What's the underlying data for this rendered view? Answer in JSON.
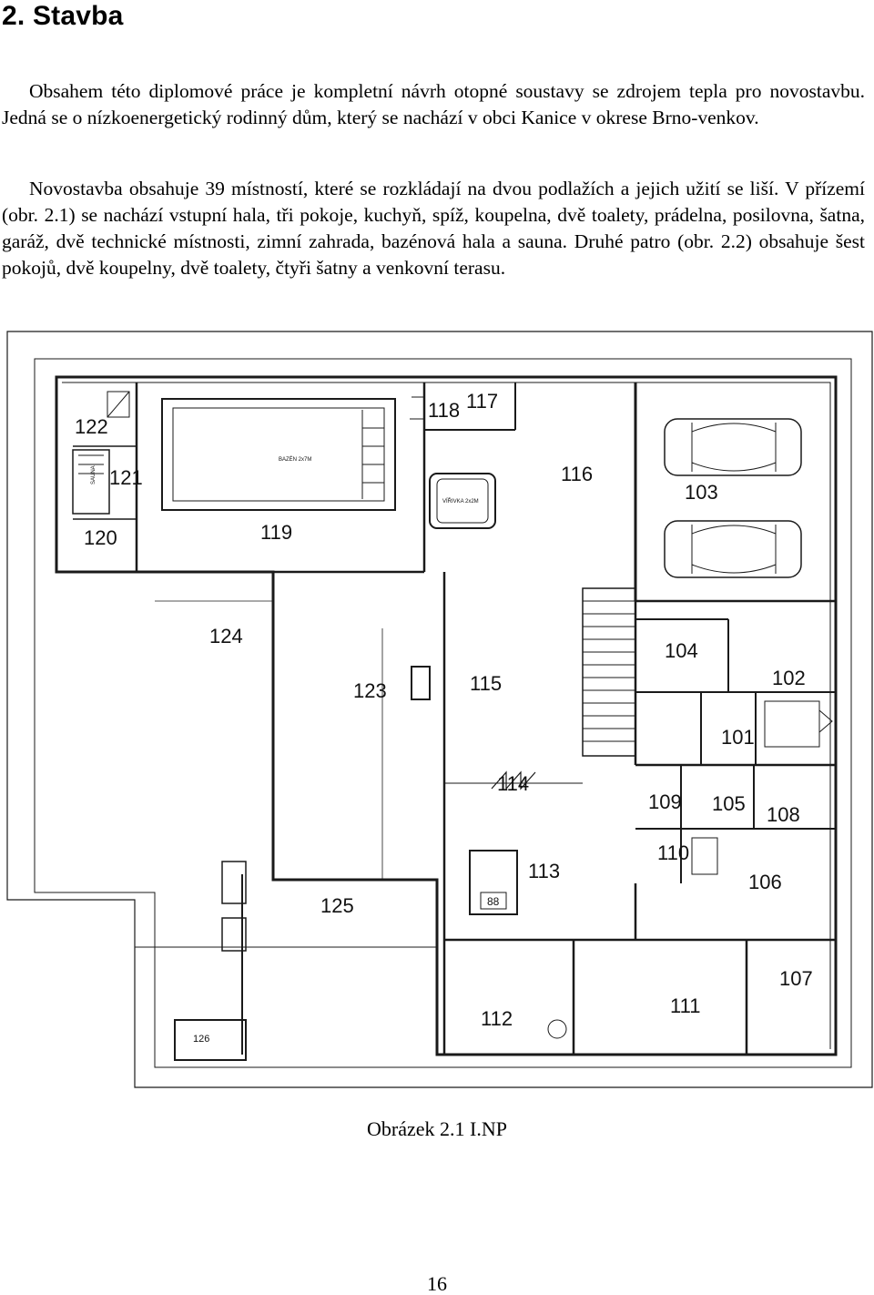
{
  "document": {
    "heading": "2. Stavba",
    "paragraphs": [
      "Obsahem této diplomové práce je kompletní návrh otopné soustavy se zdrojem tepla pro novostavbu. Jedná se o nízkoenergetický rodinný dům, který se nachází v obci Kanice v okrese Brno-venkov.",
      "Novostavba obsahuje 39 místností, které se rozkládají na dvou podlažích a jejich užití se liší. V přízemí (obr. 2.1) se nachází vstupní hala, tři pokoje, kuchyň, spíž, koupelna, dvě toalety, prádelna, posilovna, šatna, garáž, dvě technické místnosti, zimní zahrada, bazénová hala a sauna. Druhé patro (obr. 2.2) obsahuje šest pokojů, dvě koupelny, dvě toalety, čtyři šatny a venkovní terasu."
    ],
    "caption": "Obrázek 2.1 I.NP",
    "page_number": "16"
  },
  "floor_plan": {
    "rooms": [
      {
        "id": "r101",
        "label": "101"
      },
      {
        "id": "r102",
        "label": "102"
      },
      {
        "id": "r103",
        "label": "103"
      },
      {
        "id": "r104",
        "label": "104"
      },
      {
        "id": "r105",
        "label": "105"
      },
      {
        "id": "r106",
        "label": "106"
      },
      {
        "id": "r107",
        "label": "107"
      },
      {
        "id": "r108",
        "label": "108"
      },
      {
        "id": "r109",
        "label": "109"
      },
      {
        "id": "r110",
        "label": "110"
      },
      {
        "id": "r111",
        "label": "111"
      },
      {
        "id": "r112",
        "label": "112"
      },
      {
        "id": "r113",
        "label": "113"
      },
      {
        "id": "r114",
        "label": "114"
      },
      {
        "id": "r115",
        "label": "115"
      },
      {
        "id": "r116",
        "label": "116"
      },
      {
        "id": "r117",
        "label": "117"
      },
      {
        "id": "r118",
        "label": "118"
      },
      {
        "id": "r119",
        "label": "119"
      },
      {
        "id": "r120",
        "label": "120"
      },
      {
        "id": "r121",
        "label": "121"
      },
      {
        "id": "r122",
        "label": "122"
      },
      {
        "id": "r123",
        "label": "123"
      },
      {
        "id": "r124",
        "label": "124"
      },
      {
        "id": "r125",
        "label": "125"
      },
      {
        "id": "r126",
        "label": "126"
      }
    ],
    "annotations": {
      "pool": "BAZÉN 2x7M",
      "whirlpool": "VÍŘIVKA 2x2M",
      "sauna": "SAUNA",
      "hob": "88"
    },
    "colors": {
      "line": "#1a1a1a",
      "background": "#ffffff"
    }
  }
}
